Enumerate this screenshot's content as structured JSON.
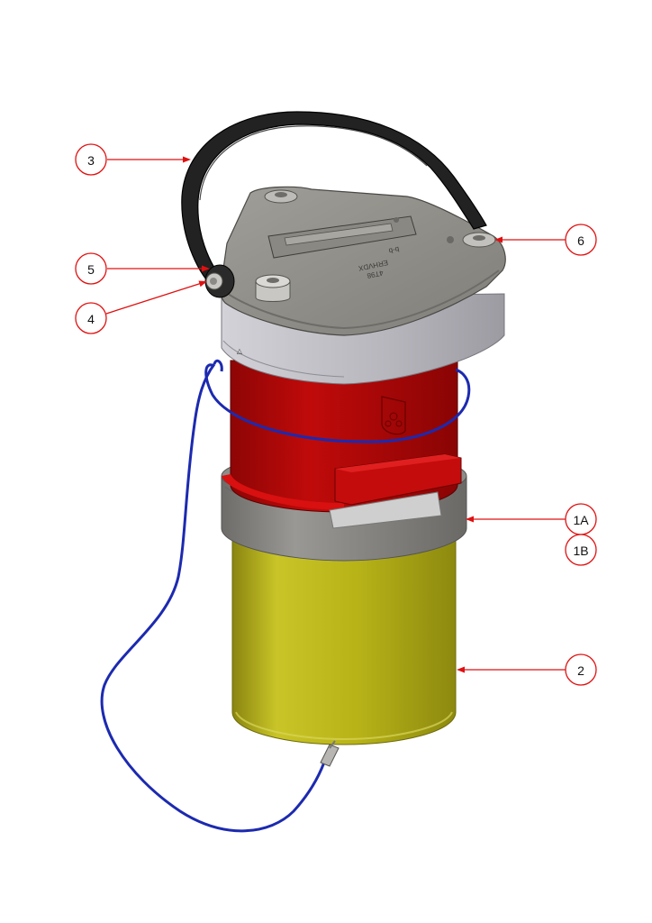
{
  "callouts": [
    {
      "id": "callout-3",
      "label": "3",
      "target": "strap"
    },
    {
      "id": "callout-5",
      "label": "5",
      "target": "side-bolt"
    },
    {
      "id": "callout-4",
      "label": "4",
      "target": "washer"
    },
    {
      "id": "callout-6",
      "label": "6",
      "target": "cap-screw"
    },
    {
      "id": "callout-1a",
      "label": "1A",
      "target": "grey-collar"
    },
    {
      "id": "callout-1b",
      "label": "1B",
      "target": "grey-collar"
    },
    {
      "id": "callout-2",
      "label": "2",
      "target": "yellow-canister"
    }
  ],
  "engraving": {
    "line1": "4T98",
    "line2": "ERHVDX",
    "line3": "b-b"
  },
  "colors": {
    "callout": "#e01010",
    "lid": "#8c8a84",
    "lid_band": "#b8b7be",
    "red_body": "#b80808",
    "collar": "#8a8884",
    "yellow_body": "#b8b418",
    "cable": "#1c2ab0",
    "strap": "#1e1e1e"
  }
}
